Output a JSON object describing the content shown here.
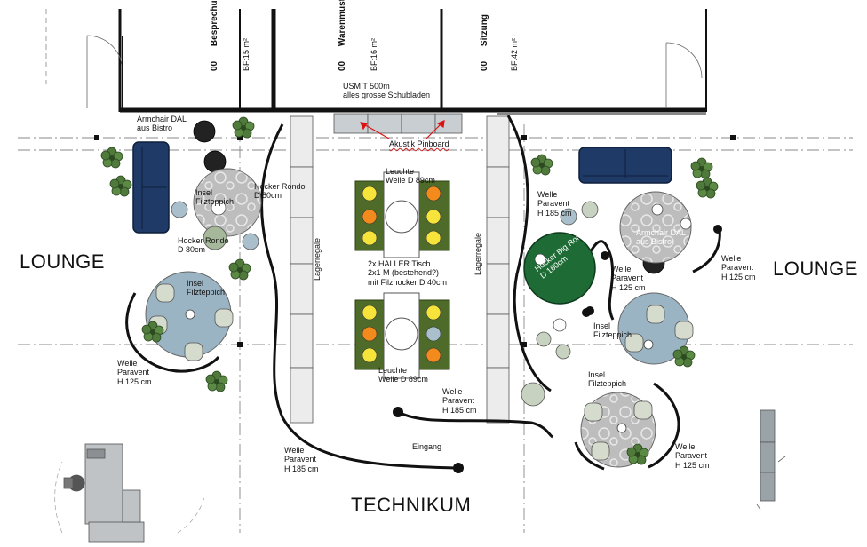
{
  "rooms": [
    {
      "number": "00",
      "name": "Besprechun",
      "area": "BF:15 m²"
    },
    {
      "number": "00",
      "name": "Warenmust",
      "area": "BF:16 m²"
    },
    {
      "number": "00",
      "name": "Sitzung",
      "area": "BF:42 m²"
    }
  ],
  "zones": {
    "lounge_left": "LOUNGE",
    "lounge_right": "LOUNGE",
    "technikum": "TECHNIKUM"
  },
  "labels": {
    "usm": "USM T 500m\nalles grosse Schubladen",
    "akustik": "Akustik Pinboard",
    "armchair_left": "Armchair DAL\naus Bistro",
    "armchair_right": "Armchair DAL\naus Bistro",
    "insel_1": "Insel\nFilzteppich",
    "insel_2": "Insel\nFilzteppich",
    "insel_3": "Insel\nFilzteppich",
    "insel_4": "Insel\nFilzteppich",
    "hocker_rondo_80a": "Hocker Rondo\nD 80cm",
    "hocker_rondo_80b": "Hocker Rondo\nD 80cm",
    "hocker_big_rondo": "Hocker Big Rondo\nD 160cm",
    "leuchte_top": "Leuchte\nWelle D 89cm",
    "leuchte_bottom": "Leuchte\nWelle D 89cm",
    "tables": "2x HALLER Tisch\n2x1 M (bestehend?)\nmit Filzhocker D 40cm",
    "lagerregale_left": "Lagerregale",
    "lagerregale_right": "Lagerregale",
    "welle_185_a": "Welle\nParavent\nH 185 cm",
    "welle_185_b": "Welle\nParavent\nH 185 cm",
    "welle_185_c": "Welle\nParavent\nH 185 cm",
    "welle_125_a": "Welle\nParavent\nH 125 cm",
    "welle_125_b": "Welle\nParavent\nH 125 cm",
    "welle_125_c": "Welle\nParavent\nH 125 cm",
    "welle_125_d": "Welle\nParavent\nH 125 cm",
    "eingang": "Eingang"
  },
  "colors": {
    "sofa": "#1f3a66",
    "rug_grey": "#bdbdbd",
    "rug_blue": "#9bb4c4",
    "table_green": "#4f6b2a",
    "big_rondo": "#1e6b35",
    "shelf": "#ececec",
    "wall": "#111111",
    "plant": "#4f7a3c",
    "chair_dark": "#222222"
  }
}
